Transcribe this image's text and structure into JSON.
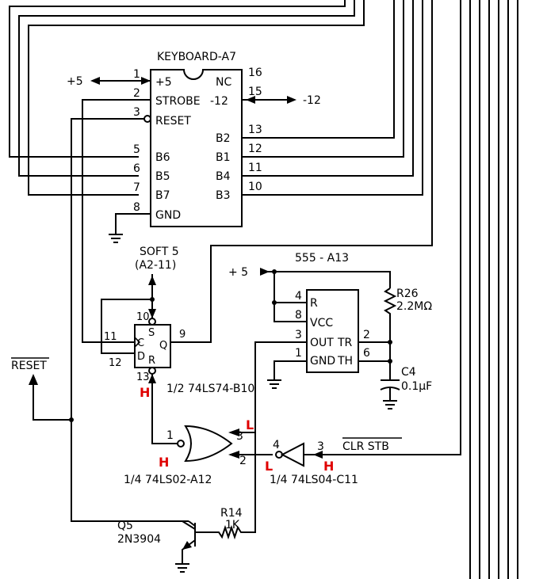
{
  "keyboard": {
    "title": "KEYBOARD-A7",
    "left_pins": [
      {
        "num": "1",
        "label": "+5"
      },
      {
        "num": "2",
        "label": "STROBE"
      },
      {
        "num": "3",
        "label": "RESET"
      },
      {
        "num": "5",
        "label": "B6"
      },
      {
        "num": "6",
        "label": "B5"
      },
      {
        "num": "7",
        "label": "B7"
      },
      {
        "num": "8",
        "label": "GND"
      }
    ],
    "right_pins": [
      {
        "num": "16",
        "label": "NC"
      },
      {
        "num": "15",
        "label": "-12"
      },
      {
        "num": "13",
        "label": "B2"
      },
      {
        "num": "12",
        "label": "B1"
      },
      {
        "num": "11",
        "label": "B4"
      },
      {
        "num": "10",
        "label": "B3"
      }
    ],
    "supply_pos": "+5",
    "supply_neg": "-12"
  },
  "soft5": {
    "line1": "SOFT 5",
    "line2": "(A2-11)"
  },
  "flipflop": {
    "part": "1/2 74LS74-B10",
    "pins": {
      "s": "S",
      "c": "C",
      "d": "D",
      "q": "Q",
      "r": "R"
    },
    "pin_nums": {
      "s": "10",
      "c": "11",
      "d": "12",
      "q": "9",
      "r": "13"
    }
  },
  "timer": {
    "title": "555 - A13",
    "supply": "+ 5",
    "pins": {
      "r": "R",
      "vcc": "VCC",
      "out": "OUT",
      "tr": "TR",
      "gnd": "GND",
      "th": "TH"
    },
    "pin_nums": {
      "r": "4",
      "vcc": "8",
      "out": "3",
      "tr": "2",
      "gnd": "1",
      "th": "6"
    }
  },
  "r26": {
    "name": "R26",
    "value": "2.2MΩ"
  },
  "c4": {
    "name": "C4",
    "value": "0.1µF"
  },
  "reset_signal": "RESET",
  "nor_gate": {
    "part": "1/4 74LS02-A12",
    "pin_out": "1",
    "pin_in1": "3",
    "pin_in2": "2"
  },
  "inverter": {
    "part": "1/4 74LS04-C11",
    "pin_out": "4",
    "pin_in": "3"
  },
  "clr_stb": "CLR STB",
  "r14": {
    "name": "R14",
    "value": "1K"
  },
  "q5": {
    "name": "Q5",
    "type": "2N3904"
  },
  "logic_levels": {
    "ff_r": "H",
    "nor_in": "L",
    "nor_out": "H",
    "inv_out": "L",
    "inv_in": "H"
  }
}
